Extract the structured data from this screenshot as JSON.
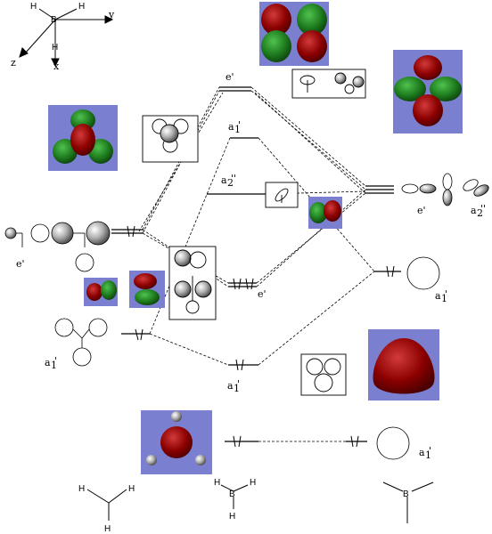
{
  "labels": {
    "ax_h1": "H",
    "ax_h2": "H",
    "ax_b": "B",
    "ax_h3": "H",
    "ax_y": "y",
    "ax_z": "z",
    "ax_x": "x",
    "e_prime_top": "e'",
    "a1_prime_mid": "a",
    "a1_prime_mid_sub": "1",
    "a1_prime_mid_p": "'",
    "a2_dprime_left": "a",
    "a2_dprime_left_sub": "2",
    "a2_dprime_left_p": "''",
    "e_prime_left": "e'",
    "e_prime_center": "e'",
    "a1_prime_left": "a",
    "a1_prime_left_sub": "1",
    "a1_prime_left_p": "'",
    "a1_prime_bottom": "a",
    "a1_prime_bottom_sub": "1",
    "a1_prime_bottom_p": "'",
    "e_prime_right": "e'",
    "a2_dprime_right": "a",
    "a2_dprime_right_sub": "2",
    "a2_dprime_right_p": "''",
    "a1_prime_right_mid": "a",
    "a1_prime_right_mid_sub": "1",
    "a1_prime_right_mid_p": "'",
    "a1_prime_right_low": "a",
    "a1_prime_right_low_sub": "1",
    "a1_prime_right_low_p": "'",
    "bh3_B": "B",
    "bh3_H1": "H",
    "bh3_H2": "H",
    "bh3_H3": "H",
    "ch3_H1": "H",
    "ch3_H2": "H",
    "ch3_H3": "H",
    "tri_B": "B"
  },
  "colors": {
    "lobe_red": "#8b0000",
    "lobe_green": "#1d7a1d",
    "bg_blue": "#7a7fd0",
    "line": "#000000"
  }
}
